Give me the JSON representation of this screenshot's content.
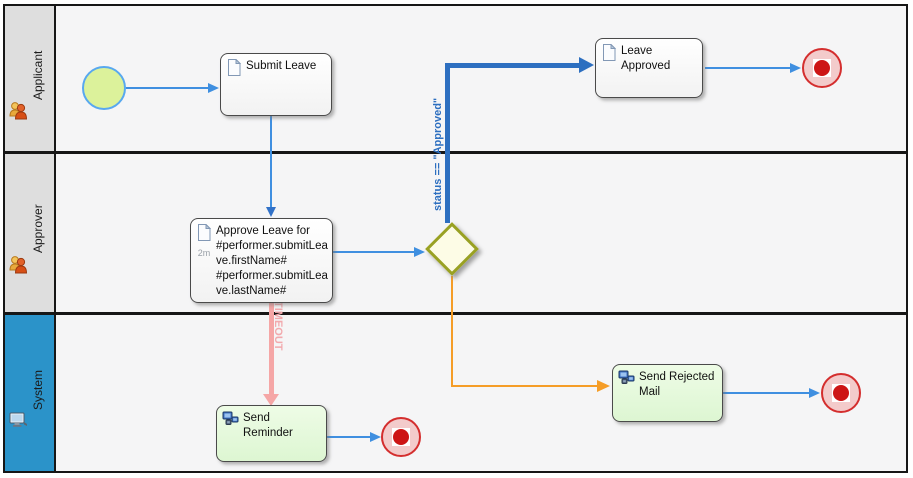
{
  "lanes": [
    {
      "label": "Applicant",
      "icon": "people-icon"
    },
    {
      "label": "Approver",
      "icon": "people-icon"
    },
    {
      "label": "System",
      "icon": "computer-icon"
    }
  ],
  "nodes": {
    "submit_leave": {
      "label": "Submit Leave"
    },
    "approve_leave": {
      "label": "Approve Leave for #performer.submitLeave.firstName# #performer.submitLeave.lastName#",
      "timer": "2m"
    },
    "leave_approved": {
      "label": "Leave Approved"
    },
    "send_reminder": {
      "label": "Send Reminder"
    },
    "send_rejected_mail": {
      "label": "Send Rejected Mail"
    }
  },
  "edges": {
    "approved_condition": "status == \"Approved\"",
    "timeout": "TIMEOUT"
  },
  "colors": {
    "flow_blue_thick": "#2d6fc0",
    "link_blue": "#3f8fe0",
    "orange": "#f59d27",
    "pink": "#f5a6a6",
    "gateway_border": "#99a123",
    "gateway_fill": "#fdfce6",
    "start_fill": "#dcf29b",
    "start_border": "#58a8ef",
    "end_border": "#d42e2e",
    "end_fill": "#f3cbcb",
    "end_dot": "#cd1515",
    "system_lane_blue": "#2b93c9",
    "lane_header_gray": "#dedede"
  }
}
